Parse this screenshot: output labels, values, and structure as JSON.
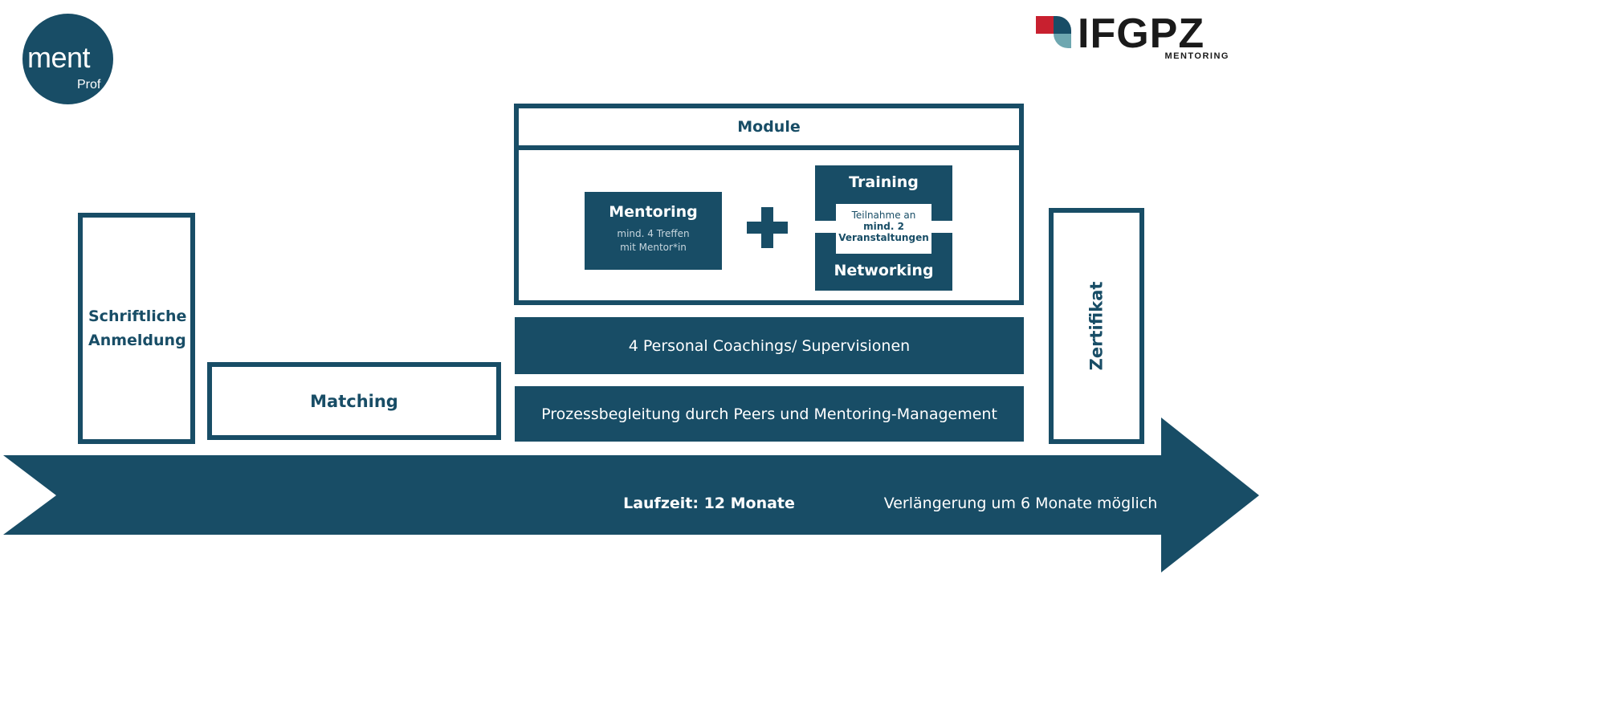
{
  "logos": {
    "mentprof": {
      "word": "ment",
      "sub": "Prof"
    },
    "ifgpz": {
      "name": "IFGPZ",
      "tagline": "MENTORING"
    }
  },
  "steps": {
    "registration": "Schriftliche Anmeldung",
    "matching": "Matching",
    "certificate": "Zertifikat"
  },
  "modules": {
    "title": "Module",
    "mentoring": {
      "title": "Mentoring",
      "detail_line1": "mind. 4 Treffen",
      "detail_line2": "mit Mentor*in"
    },
    "plus": "+",
    "training": "Training",
    "participation": {
      "line1": "Teilnahme an",
      "line2": "mind. 2",
      "line3": "Veranstaltungen"
    },
    "networking": "Networking"
  },
  "bars": {
    "coaching": "4 Personal Coachings/ Supervisionen",
    "process": "Prozessbegleitung durch Peers und Mentoring-Management"
  },
  "timeline": {
    "duration": "Laufzeit: 12 Monate",
    "extension": "Verlängerung um 6 Monate möglich"
  },
  "colors": {
    "primary": "#184d66",
    "logo_red": "#c8202f",
    "logo_teal": "#6ea7b0"
  }
}
